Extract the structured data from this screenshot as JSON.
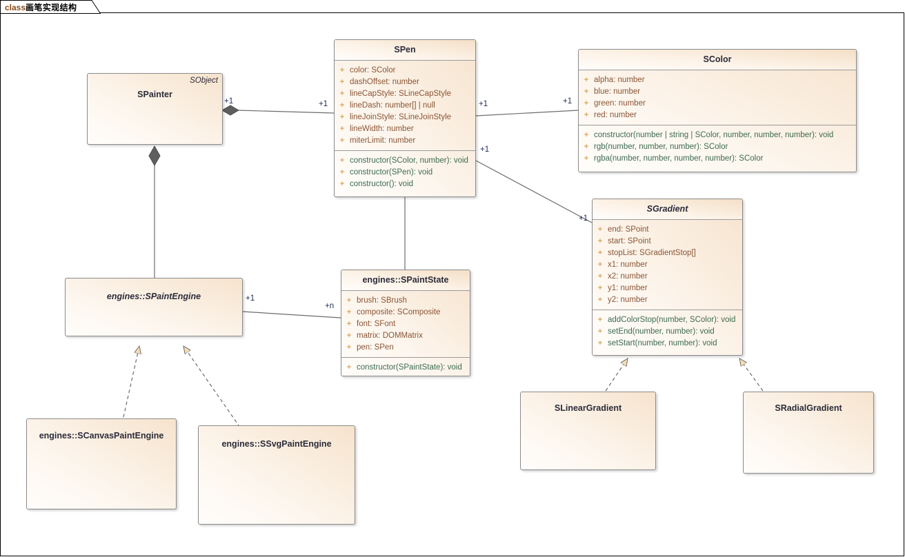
{
  "diagram": {
    "tab_prefix": "class",
    "tab_title": "画笔实现结构",
    "accent_color": "#8a4b18",
    "box_border_color": "#8a8a8a",
    "attr_color": "#8a5535",
    "op_color": "#3c6b4f",
    "visibility_color": "#c98a2e"
  },
  "classes": {
    "spainter": {
      "name": "SPainter",
      "stereotype": "SObject"
    },
    "spen": {
      "name": "SPen",
      "attributes": [
        {
          "vis": "+",
          "text": "color: SColor"
        },
        {
          "vis": "+",
          "text": "dashOffset: number"
        },
        {
          "vis": "+",
          "text": "lineCapStyle: SLineCapStyle"
        },
        {
          "vis": "+",
          "text": "lineDash: number[] | null"
        },
        {
          "vis": "+",
          "text": "lineJoinStyle: SLineJoinStyle"
        },
        {
          "vis": "+",
          "text": "lineWidth: number"
        },
        {
          "vis": "+",
          "text": "miterLimit: number"
        }
      ],
      "operations": [
        {
          "vis": "+",
          "text": "constructor(SColor, number): void"
        },
        {
          "vis": "+",
          "text": "constructor(SPen): void"
        },
        {
          "vis": "+",
          "text": "constructor(): void"
        }
      ]
    },
    "scolor": {
      "name": "SColor",
      "attributes": [
        {
          "vis": "+",
          "text": "alpha: number"
        },
        {
          "vis": "+",
          "text": "blue: number"
        },
        {
          "vis": "+",
          "text": "green: number"
        },
        {
          "vis": "+",
          "text": "red: number"
        }
      ],
      "operations": [
        {
          "vis": "+",
          "text": "constructor(number | string | SColor, number, number, number): void"
        },
        {
          "vis": "+",
          "text": "rgb(number, number, number): SColor"
        },
        {
          "vis": "+",
          "text": "rgba(number, number, number, number): SColor"
        }
      ]
    },
    "sgradient": {
      "name": "SGradient",
      "abstract": true,
      "attributes": [
        {
          "vis": "+",
          "text": "end: SPoint"
        },
        {
          "vis": "+",
          "text": "start: SPoint"
        },
        {
          "vis": "+",
          "text": "stopList: SGradientStop[]"
        },
        {
          "vis": "+",
          "text": "x1: number"
        },
        {
          "vis": "+",
          "text": "x2: number"
        },
        {
          "vis": "+",
          "text": "y1: number"
        },
        {
          "vis": "+",
          "text": "y2: number"
        }
      ],
      "operations": [
        {
          "vis": "+",
          "text": "addColorStop(number, SColor): void"
        },
        {
          "vis": "+",
          "text": "setEnd(number, number): void"
        },
        {
          "vis": "+",
          "text": "setStart(number, number): void"
        }
      ]
    },
    "spaintengine": {
      "name": "engines::SPaintEngine",
      "abstract": true
    },
    "spaintstate": {
      "name": "engines::SPaintState",
      "attributes": [
        {
          "vis": "+",
          "text": "brush: SBrush"
        },
        {
          "vis": "+",
          "text": "composite: SComposite"
        },
        {
          "vis": "+",
          "text": "font: SFont"
        },
        {
          "vis": "+",
          "text": "matrix: DOMMatrix"
        },
        {
          "vis": "+",
          "text": "pen: SPen"
        }
      ],
      "operations": [
        {
          "vis": "+",
          "text": "constructor(SPaintState): void"
        }
      ]
    },
    "scanvaspaintengine": {
      "name": "engines::SCanvasPaintEngine"
    },
    "ssvgpaintengine": {
      "name": "engines::SSvgPaintEngine"
    },
    "slineargradient": {
      "name": "SLinearGradient"
    },
    "sradialgradient": {
      "name": "SRadialGradient"
    }
  },
  "multiplicities": {
    "painter_pen_src": "+1",
    "painter_pen_dst": "+1",
    "pen_color_src": "+1",
    "pen_color_dst": "+1",
    "pen_gradient_src": "+1",
    "pen_gradient_dst": "+1",
    "engine_state_src": "+1",
    "engine_state_dst": "+n"
  }
}
